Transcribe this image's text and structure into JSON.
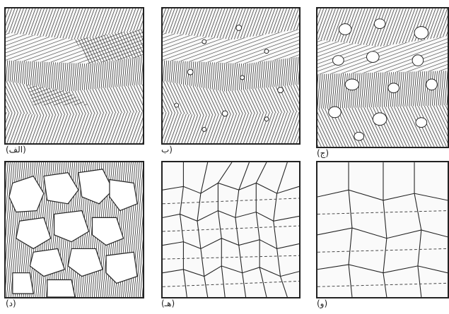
{
  "panels": [
    {
      "label": "(الف)"
    },
    {
      "label": "(ب"
    },
    {
      "label": "(ج)"
    },
    {
      "label": "(د)"
    },
    {
      "label": "(هـ)"
    },
    {
      "label": "(و)"
    }
  ]
}
